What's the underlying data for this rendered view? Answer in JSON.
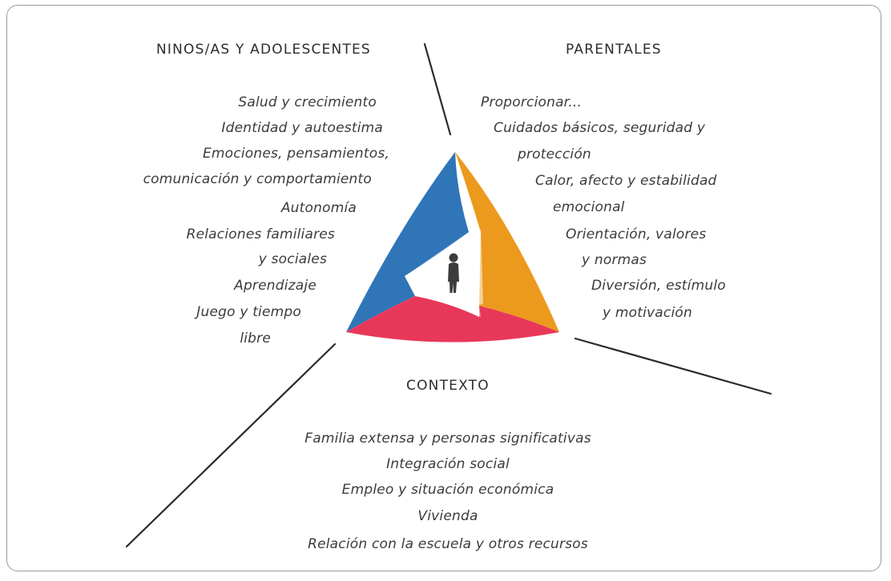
{
  "sections": {
    "children": {
      "heading": "NINOS/AS Y ADOLESCENTES",
      "items": [
        "Salud y crecimiento",
        "Identidad y autoestima",
        "Emociones, pensamientos,",
        "comunicación y comportamiento",
        "Autonomía",
        "Relaciones familiares",
        "y sociales",
        "Aprendizaje",
        "Juego y tiempo",
        "libre"
      ]
    },
    "parental": {
      "heading": "PARENTALES",
      "items": [
        "Proporcionar...",
        "Cuidados básicos, seguridad y",
        "protección",
        "Calor, afecto y estabilidad",
        "emocional",
        "Orientación, valores",
        "y normas",
        "Diversión, estímulo",
        "y motivación"
      ]
    },
    "context": {
      "heading": "CONTEXTO",
      "items": [
        "Familia extensa y personas significativas",
        "Integración social",
        "Empleo y situación económica",
        "Vivienda",
        "Relación con la escuela y otros recursos"
      ]
    }
  },
  "colors": {
    "children": "#2f75b7",
    "parental": "#eb9a1e",
    "context": "#e8385a",
    "lines": "#2a2a2a",
    "frame": "#9a9a9a"
  },
  "icons": {
    "center": "child-figure-icon"
  }
}
